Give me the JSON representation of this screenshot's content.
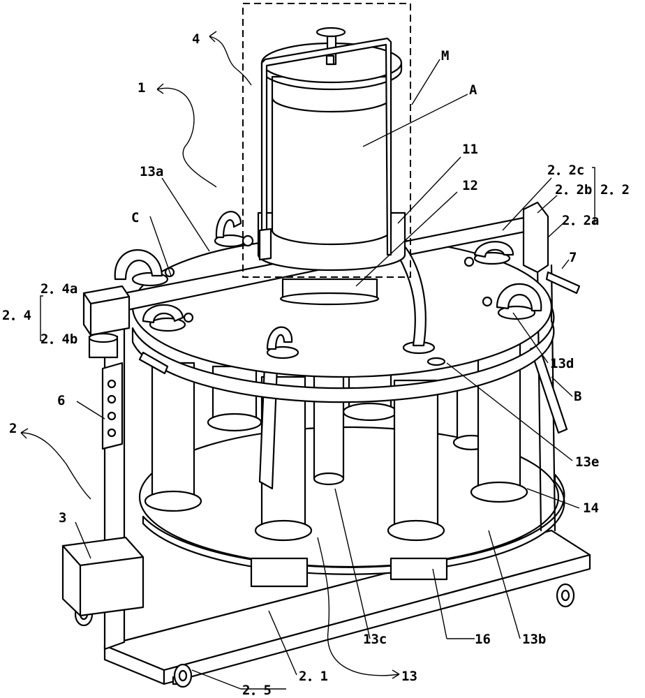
{
  "labels": {
    "l4": "4",
    "lM": "M",
    "lA": "A",
    "l1": "1",
    "l11": "11",
    "l12": "12",
    "l13a": "13a",
    "l22c": "2．2c",
    "l22b": "2．2b",
    "l22": "2．2",
    "l22a": "2．2a",
    "lC": "C",
    "l7": "7",
    "l24a": "2．4a",
    "l24": "2．4",
    "l24b": "2．4b",
    "l13d": "13d",
    "lB": "B",
    "l6": "6",
    "l2": "2",
    "l13e": "13e",
    "l14": "14",
    "l3": "3",
    "l13c": "13c",
    "l16": "16",
    "l13b": "13b",
    "l25": "2．5",
    "l21": "2．1",
    "l13": "13"
  }
}
